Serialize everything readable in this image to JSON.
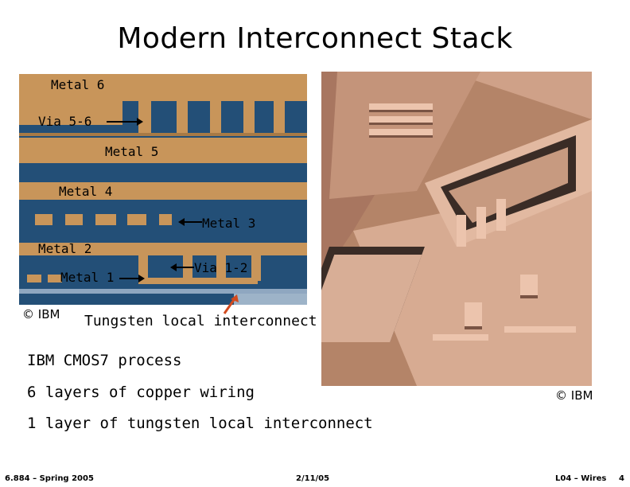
{
  "slide": {
    "title": "Modern Interconnect Stack",
    "left_image": {
      "labels": {
        "metal6": "Metal 6",
        "via56": "Via 5-6",
        "metal5": "Metal 5",
        "metal4": "Metal 4",
        "metal3": "Metal 3",
        "metal2": "Metal 2",
        "metal1": "Metal 1",
        "via12": "Via 1-2"
      },
      "credit": "© IBM",
      "caption": "Tungsten local interconnect"
    },
    "right_image": {
      "credit": "© IBM"
    },
    "bullets": [
      "IBM CMOS7 process",
      "6 layers of copper wiring",
      "1 layer of tungsten local interconnect"
    ],
    "footer": {
      "left": "6.884 – Spring 2005",
      "center": "2/11/05",
      "right": "L04 – Wires",
      "page": "4"
    }
  }
}
